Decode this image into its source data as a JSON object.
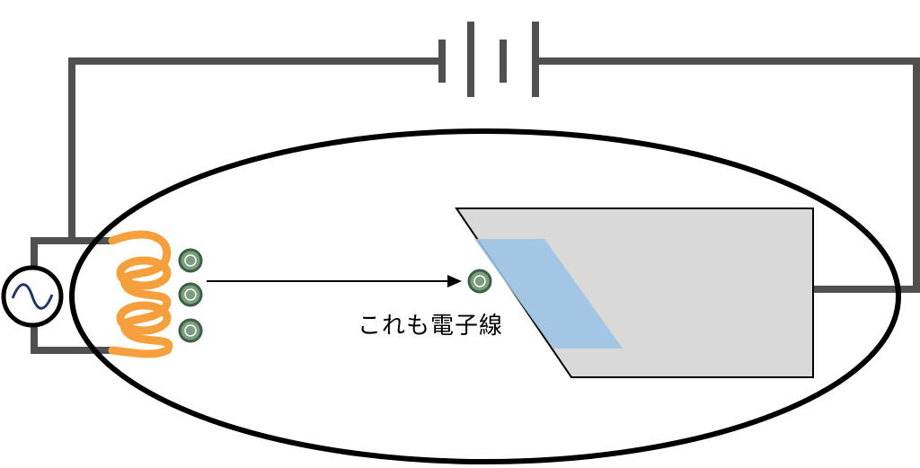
{
  "diagram": {
    "label_text": "これも電子線",
    "colors": {
      "wire": "#505050",
      "tube_outline": "#000000",
      "filament": "#f5a03c",
      "electron_fill": "#7a9e7e",
      "electron_stroke": "#3f5f45",
      "anode_fill": "#d9d9d9",
      "target_fill": "#9dc3e6",
      "ac_wave": "#1f3864"
    },
    "components": [
      "ac-source",
      "battery",
      "filament-coil",
      "electrons",
      "anode",
      "target",
      "vacuum-tube"
    ]
  }
}
